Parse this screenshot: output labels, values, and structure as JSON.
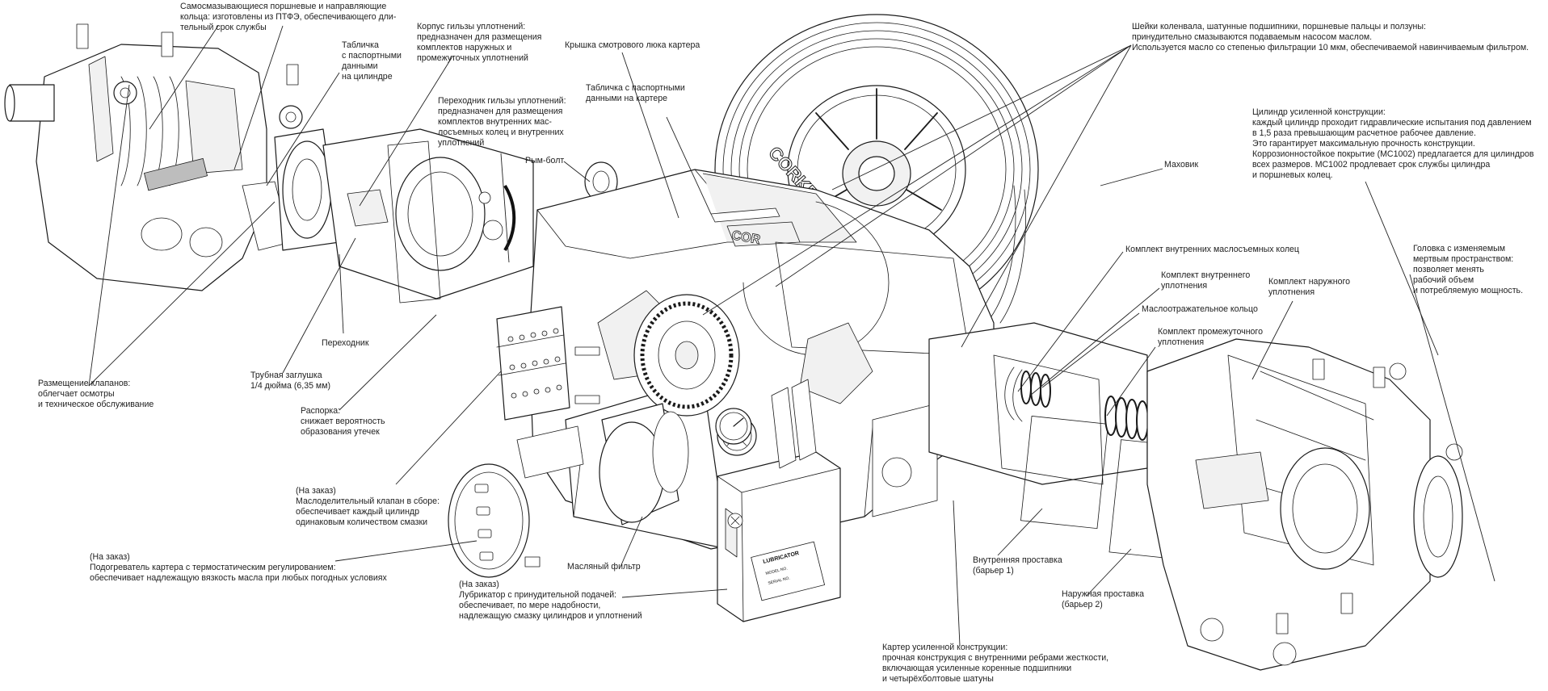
{
  "labels": [
    {
      "id": "self-lubricating-rings",
      "lines": [
        "Самосмазывающиеся поршневые и направляющие",
        "кольца: изготовлены из ПТФЭ, обеспечивающего дли-",
        "тельный срок службы"
      ]
    },
    {
      "id": "cylinder-nameplate",
      "lines": [
        "Табличка",
        "с паспортными",
        "данными",
        "на цилиндре"
      ]
    },
    {
      "id": "packing-barrel",
      "lines": [
        "Корпус гильзы уплотнений:",
        "предназначен для размещения",
        "комплектов наружных и",
        "промежуточных уплотнений"
      ]
    },
    {
      "id": "inspection-cover",
      "lines": [
        "Крышка смотрового люка картера"
      ]
    },
    {
      "id": "crankcase-nameplate",
      "lines": [
        "Табличка с паспортными",
        "данными на картере"
      ]
    },
    {
      "id": "packing-adapter",
      "lines": [
        "Переходник гильзы уплотнений:",
        "предназначен для размещения",
        "комплектов внутренних мас-",
        "лосъемных колец и внутренних",
        "уплотнений"
      ]
    },
    {
      "id": "eye-bolt",
      "lines": [
        "Рым-болт"
      ]
    },
    {
      "id": "crankshaft-journals",
      "lines": [
        "Шейки коленвала, шатунные подшипники, поршневые пальцы и ползуны:",
        "принудительно смазываются подаваемым насосом маслом.",
        "Используется масло со степенью фильтрации 10 мкм, обеспечиваемой навинчиваемым фильтром."
      ]
    },
    {
      "id": "flywheel",
      "lines": [
        "Маховик"
      ]
    },
    {
      "id": "heavy-cylinder",
      "lines": [
        "Цилиндр усиленной конструкции:",
        "каждый цилиндр проходит гидравлические испытания под давлением",
        "в 1,5 раза превышающим расчетное рабочее давление.",
        "Это гарантирует максимальную прочность конструкции.",
        "Коррозионностойкое покрытие (МС1002) предлагается для цилиндров",
        "всех размеров. МС1002 продлевает срок службы цилиндра",
        "и поршневых колец."
      ]
    },
    {
      "id": "inner-oil-rings",
      "lines": [
        "Комплект внутренних маслосъемных колец"
      ]
    },
    {
      "id": "inner-packing",
      "lines": [
        "Комплект внутреннего",
        "уплотнения"
      ]
    },
    {
      "id": "outer-packing",
      "lines": [
        "Комплект наружного",
        "уплотнения"
      ]
    },
    {
      "id": "variable-head",
      "lines": [
        "Головка с изменяемым",
        "мертвым пространством:",
        "позволяет менять",
        "рабочий объем",
        "и потребляемую мощность."
      ]
    },
    {
      "id": "oil-deflector",
      "lines": [
        "Маслоотражательное кольцо"
      ]
    },
    {
      "id": "intermediate-packing",
      "lines": [
        "Комплект промежуточного",
        "уплотнения"
      ]
    },
    {
      "id": "adapter",
      "lines": [
        "Переходник"
      ]
    },
    {
      "id": "valve-placement",
      "lines": [
        "Размещение клапанов:",
        "облегчает осмотры",
        "и техническое обслуживание"
      ]
    },
    {
      "id": "pipe-plug",
      "lines": [
        "Трубная заглушка",
        "1/4 дюйма (6,35 мм)"
      ]
    },
    {
      "id": "distance-piece",
      "lines": [
        "Распорка:",
        "снижает вероятность",
        "образования утечек"
      ]
    },
    {
      "id": "divider-valve",
      "lines": [
        "(На заказ)",
        "Маслоделительный клапан в сборе:",
        "обеспечивает каждый цилиндр",
        "одинаковым количеством смазки"
      ]
    },
    {
      "id": "crankcase-heater",
      "lines": [
        "(На заказ)",
        "Подогреватель картера с термостатическим регулированием:",
        "обеспечивает надлежащую вязкость масла при любых погодных условиях"
      ]
    },
    {
      "id": "oil-filter",
      "lines": [
        "Масляный фильтр"
      ]
    },
    {
      "id": "lubricator",
      "lines": [
        "(На заказ)",
        "Лубрикатор с принудительной подачей:",
        "обеспечивает, по мере надобности,",
        "надлежащую смазку цилиндров и уплотнений"
      ]
    },
    {
      "id": "inner-distance-piece",
      "lines": [
        "Внутренняя проставка",
        "(барьер 1)"
      ]
    },
    {
      "id": "outer-distance-piece",
      "lines": [
        "Наружная проставка",
        "(барьер 2)"
      ]
    },
    {
      "id": "heavy-crankcase",
      "lines": [
        "Картер усиленной конструкции:",
        "прочная конструкция с внутренними ребрами жесткости,",
        "включающая усиленные коренные подшипники",
        "и четырёхболтовые шатуны"
      ]
    }
  ],
  "markings": {
    "flywheel_brand": "CORKEN",
    "crankcase_brand": "COR",
    "lubricator_plate": "LUBRICATOR",
    "lubricator_model": "MODEL NO.",
    "lubricator_serial": "SERIAL NO."
  }
}
